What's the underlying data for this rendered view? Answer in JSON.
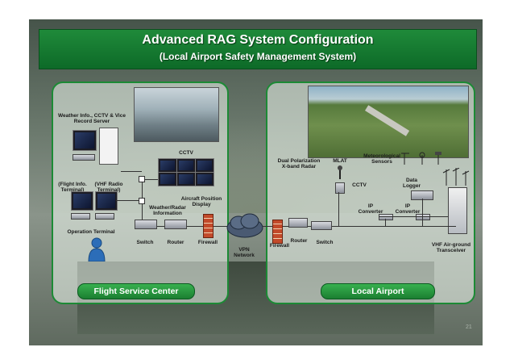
{
  "header": {
    "title": "Advanced RAG System Configuration",
    "subtitle": "(Local Airport Safety Management System)"
  },
  "left_panel": {
    "label": "Flight Service Center",
    "labels": {
      "weather_cctv": "Weather Info., CCTV & Vice Record Server",
      "cctv": "CCTV",
      "flight_info": "(Flight Info.\nTerminal)",
      "vhf_radio": "(VHF Radio\nTerminal)",
      "weather_radar": "Weather/Radar\nInformation",
      "aircraft_position": "Aircraft Position\nDisplay",
      "operation_terminal": "Operation Terminal",
      "switch": "Switch",
      "router": "Router",
      "firewall": "Firewall"
    }
  },
  "vpn": {
    "label": "VPN\nNetwork"
  },
  "right_panel": {
    "label": "Local Airport",
    "labels": {
      "dual_polarization": "Dual Polarization\nX-band Radar",
      "mlat": "MLAT",
      "meteorological": "Meteorological\nSensors",
      "cctv": "CCTV",
      "data_logger": "Data\nLogger",
      "ip_converter_1": "IP\nConverter",
      "ip_converter_2": "IP\nConverter",
      "firewall": "Firewall",
      "router": "Router",
      "switch": "Switch",
      "vhf_transceiver": "VHF Air-ground\nTransceiver"
    }
  },
  "page_number": "21"
}
